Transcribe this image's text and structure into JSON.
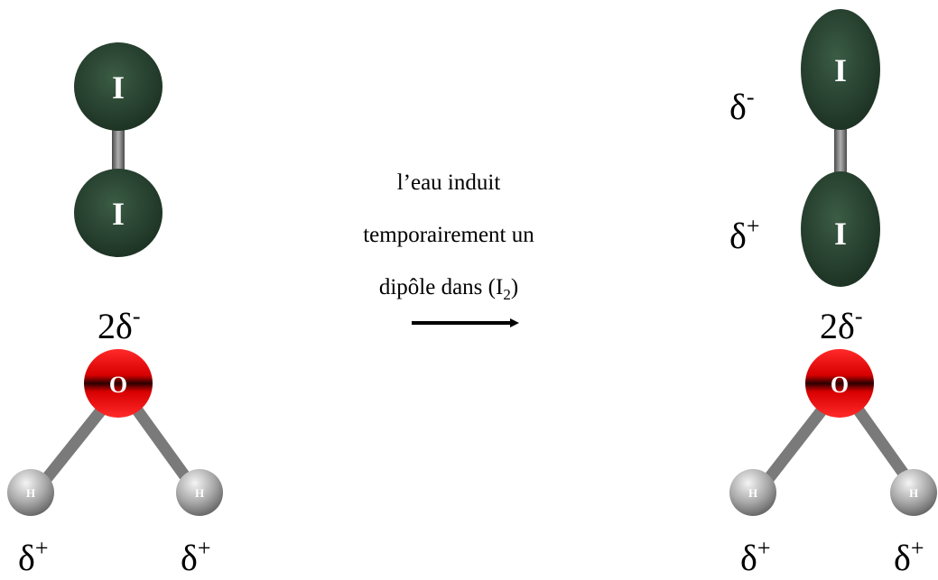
{
  "colors": {
    "iodine": "#2d4a36",
    "iodine_dark": "#1b3022",
    "oxygen_red": "#ff1010",
    "oxygen_dark": "#3a0000",
    "hydrogen_light": "#ececec",
    "hydrogen_dark": "#707070",
    "bond": "#8a8a8a",
    "bond_dark": "#4a4a4a"
  },
  "left": {
    "iodine_top": "I",
    "iodine_bottom": "I",
    "oxygen": "O",
    "hydrogen_left": "H",
    "hydrogen_right": "H",
    "oxygen_charge": {
      "coef": "2δ",
      "sign": "-"
    },
    "hydrogen_left_charge": {
      "sym": "δ",
      "sign": "+"
    },
    "hydrogen_right_charge": {
      "sym": "δ",
      "sign": "+"
    }
  },
  "center": {
    "line1": "l’eau induit",
    "line2": "temporairement un",
    "line3_prefix": "dipôle dans (I",
    "line3_sub": "2",
    "line3_suffix": ")"
  },
  "right": {
    "iodine_top": "I",
    "iodine_bottom": "I",
    "oxygen": "O",
    "hydrogen_left": "H",
    "hydrogen_right": "H",
    "iodine_top_charge": {
      "sym": "δ",
      "sign": "-"
    },
    "iodine_bottom_charge": {
      "sym": "δ",
      "sign": "+"
    },
    "oxygen_charge": {
      "coef": "2δ",
      "sign": "-"
    },
    "hydrogen_left_charge": {
      "sym": "δ",
      "sign": "+"
    },
    "hydrogen_right_charge": {
      "sym": "δ",
      "sign": "+"
    }
  }
}
